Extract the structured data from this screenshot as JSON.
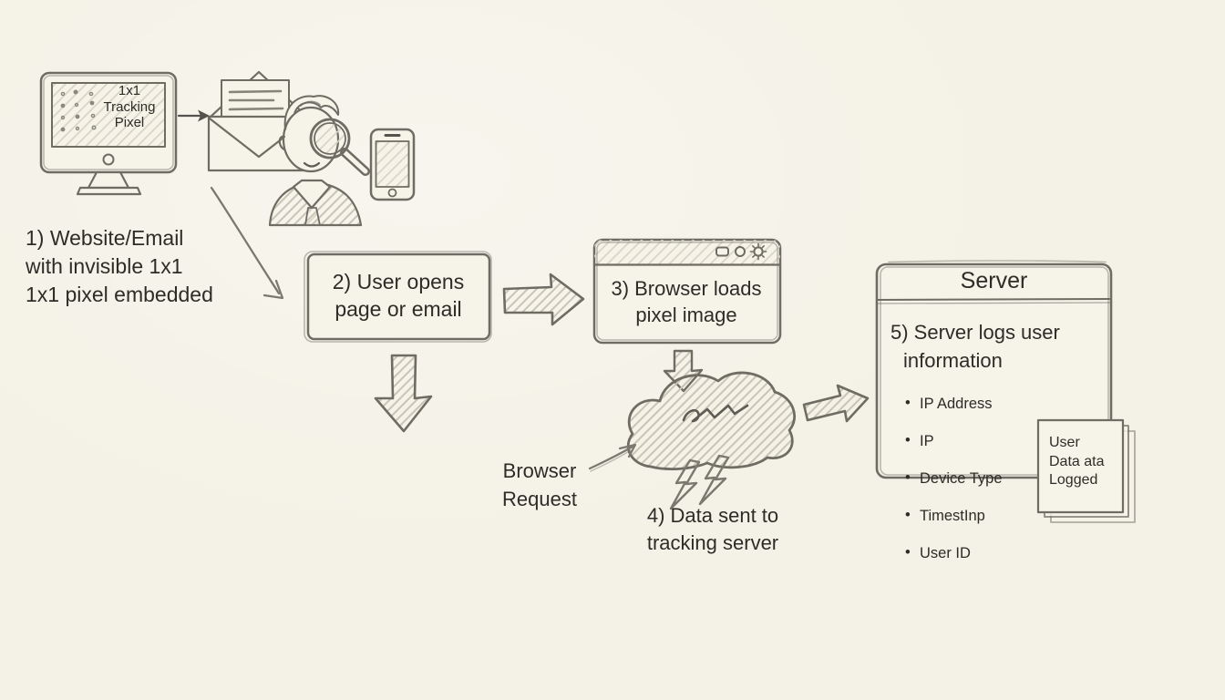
{
  "colors": {
    "background": "#f4f1e6",
    "paper_fill": "#f6f3e9",
    "ink": "#6f6c64",
    "text": "#2e2c27",
    "hatch": "#c9c5b5"
  },
  "monitor": {
    "screen_label": "1x1\nTracking\nPixel"
  },
  "step1": {
    "label": "1) Website/Email\nwith invisible 1x1\n1x1 pixel embedded"
  },
  "step2": {
    "label": "2) User opens\npage or email"
  },
  "step3": {
    "label": "3) Browser loads\npixel image"
  },
  "step4": {
    "label": "4) Data sent to\ntracking server"
  },
  "browser_request": {
    "label": "Browser\nRequest"
  },
  "server": {
    "title": "Server",
    "heading_line1": "5) Server logs user",
    "heading_line2": "information",
    "items": [
      "IP Address",
      "IP",
      "Device Type",
      "TimestInp",
      "User ID"
    ]
  },
  "note": {
    "label": "User\nData ata\nLogged"
  },
  "icons": {
    "list": [
      "monitor-icon",
      "envelope-icon",
      "person-icon",
      "magnifier-icon",
      "phone-icon",
      "browser-window",
      "cloud-icon",
      "lightning-icon",
      "note-card",
      "block-arrows"
    ]
  }
}
